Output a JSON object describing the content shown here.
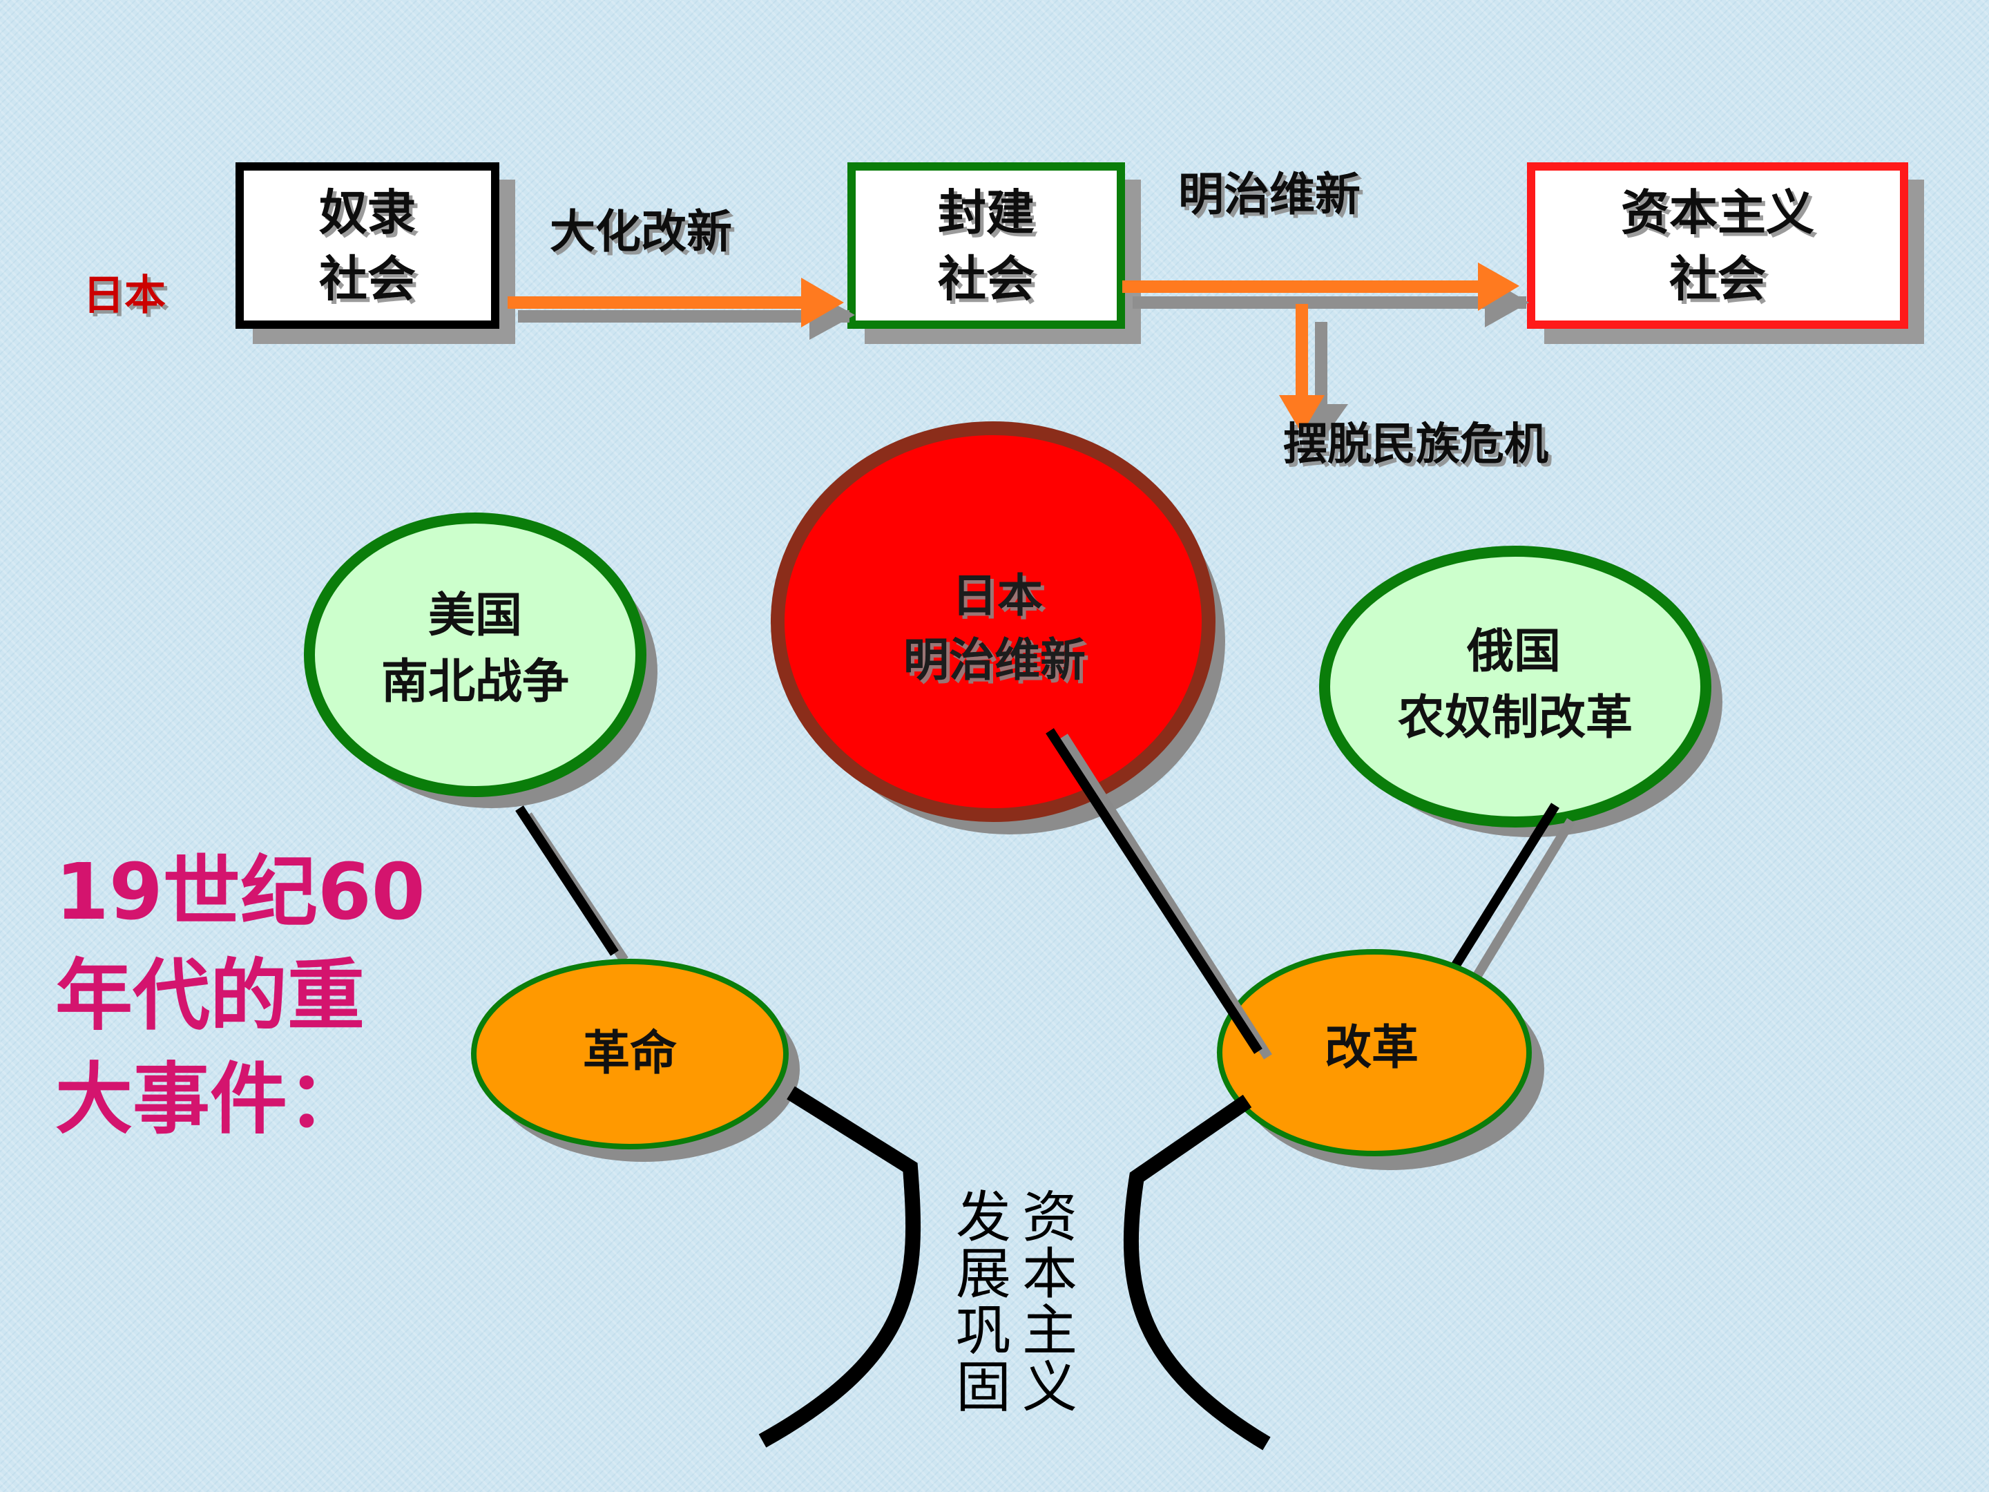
{
  "flow": {
    "country_label": "日本",
    "stages": [
      {
        "line1": "奴隶",
        "line2": "社会",
        "border_color": "#000000"
      },
      {
        "line1": "封建",
        "line2": "社会",
        "border_color": "#0a7d0a"
      },
      {
        "line1": "资本主义",
        "line2": "社会",
        "border_color": "#ff1a1a"
      }
    ],
    "transitions": [
      "大化改新",
      "明治维新"
    ],
    "outcome": "摆脱民族危机",
    "arrow_color": "#ff7a1f"
  },
  "events": {
    "left": {
      "line1": "美国",
      "line2": "南北战争"
    },
    "center": {
      "line1": "日本",
      "line2": "明治维新"
    },
    "right": {
      "line1": "俄国",
      "line2": "农奴制改革"
    }
  },
  "kinds": {
    "revolution": "革命",
    "reform": "改革"
  },
  "result": {
    "column_right": [
      "资",
      "本",
      "主",
      "义"
    ],
    "column_left": [
      "发",
      "展",
      "巩",
      "固"
    ]
  },
  "heading": {
    "line1": "19世纪60",
    "line2": "年代的重",
    "line3": "大事件："
  },
  "colors": {
    "green_fill": "#ccffcc",
    "green_border": "#0a7d0a",
    "red_fill": "#ff0000",
    "red_border": "#8b2d1a",
    "orange_fill": "#ff9900",
    "heading": "#d4146e",
    "label_red": "#cc0000"
  }
}
